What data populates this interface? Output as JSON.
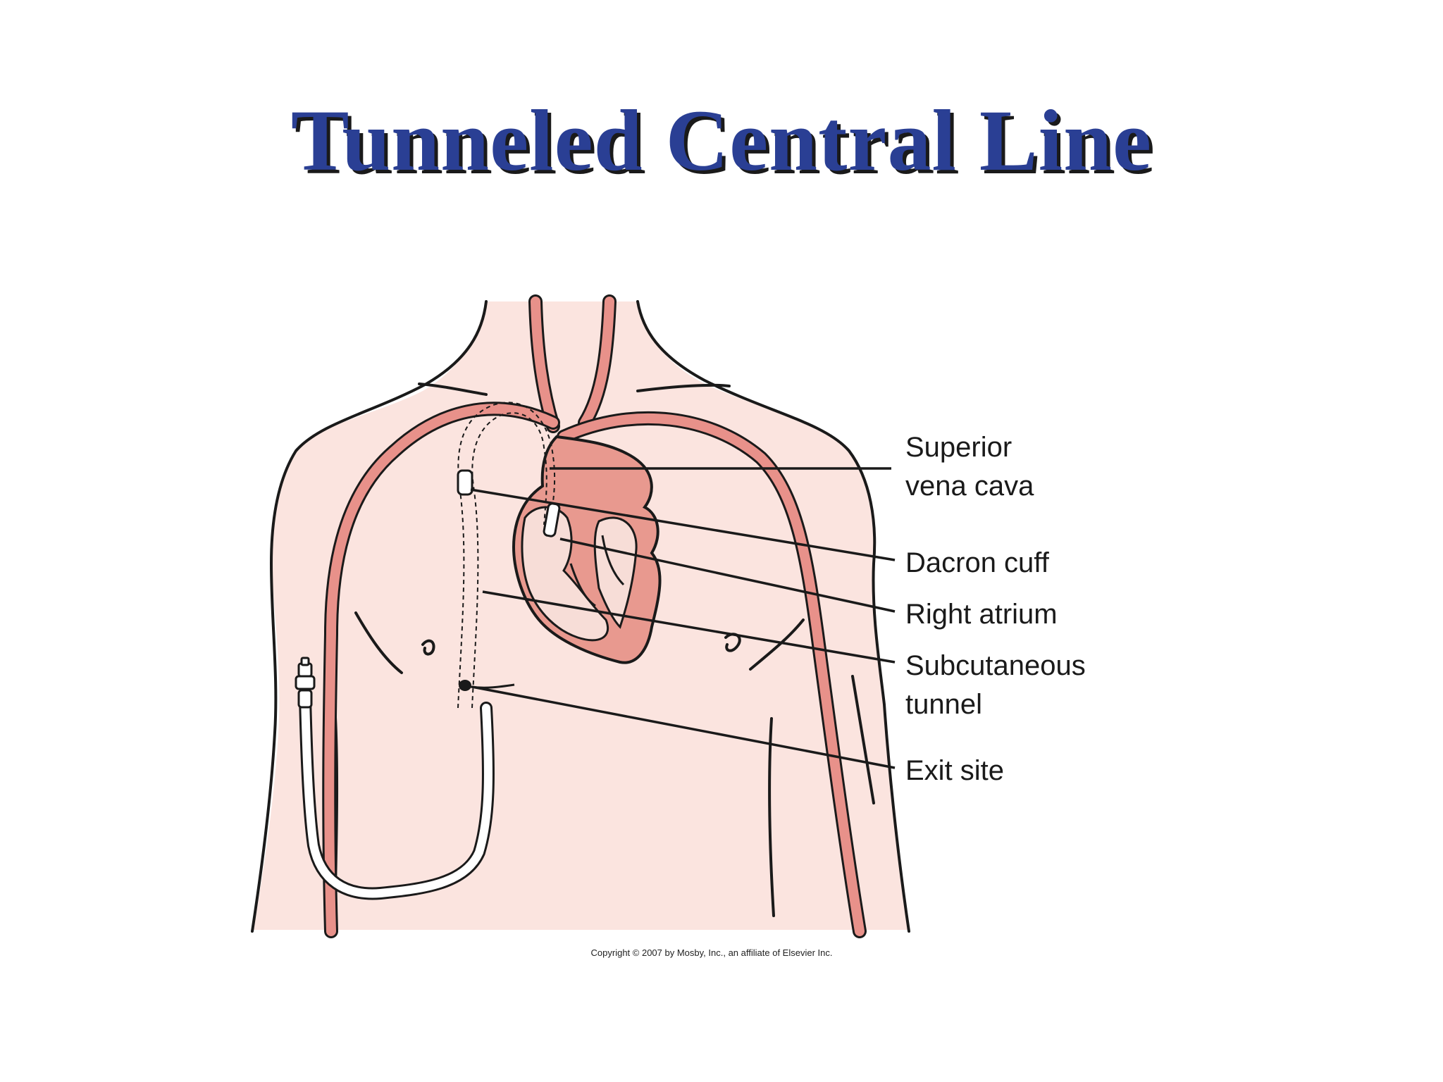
{
  "slide": {
    "title": "Tunneled Central Line"
  },
  "figure": {
    "labels": {
      "svc_line1": "Superior",
      "svc_line2": "vena cava",
      "dacron_cuff": "Dacron cuff",
      "right_atrium": "Right atrium",
      "tunnel_line1": "Subcutaneous",
      "tunnel_line2": "tunnel",
      "exit_site": "Exit site"
    },
    "copyright": "Copyright © 2007 by Mosby, Inc., an affiliate of Elsevier Inc."
  },
  "colors": {
    "title": "#2a3f94",
    "skin": "#fbe4df",
    "vessel": "#e8918a",
    "heart": "#e8998f",
    "outline": "#1a1a1a"
  }
}
